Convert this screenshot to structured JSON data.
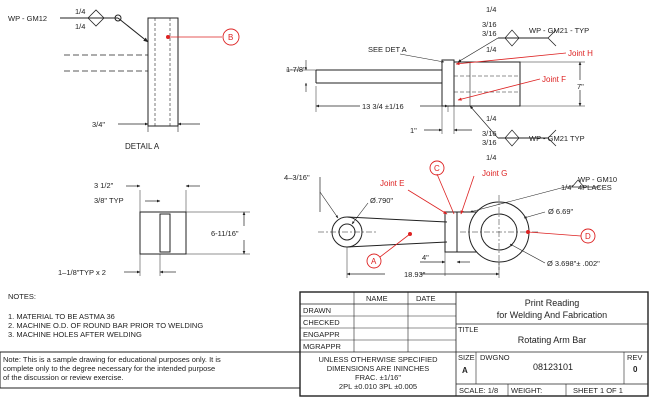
{
  "detail_a": {
    "weld_symbol": "WP - GM12",
    "weld_frac_top": "1/4",
    "weld_frac_bottom": "1/4",
    "balloon_b": "B",
    "dim_width": "3/4\"",
    "caption": "DETAIL A"
  },
  "side_view": {
    "weld_top_1": "1/4",
    "weld_top_2": "3/16",
    "weld_top_3": "3/16",
    "weld_top_4": "1/4",
    "weld_top_label": "WP - GM21 - TYP",
    "see_det": "SEE DET A",
    "joint_h": "Joint H",
    "joint_f": "Joint F",
    "dim_7_8": "1-7/8\"",
    "dim_7": "7\"",
    "dim_13": "13 3/4 ±1/16",
    "dim_1": "1\"",
    "weld_bot_1": "1/4",
    "weld_bot_2": "3/16",
    "weld_bot_3": "3/16",
    "weld_bot_4": "1/4",
    "weld_bot_label": "WP - GM21 TYP"
  },
  "end_view": {
    "dim_3_1_2": "3 1/2\"",
    "dim_3_8": "3/8\" TYP",
    "dim_6_11": "6-11/16\"",
    "dim_1_8": "1–1/8\"TYP x 2"
  },
  "top_view": {
    "dim_4_3": "4–3/16\"",
    "joint_e": "Joint E",
    "balloon_c": "C",
    "joint_g": "Joint G",
    "dia_small": "Ø.790\"",
    "weld_frac": "1/4'",
    "weld_label_1": "WP - GM10",
    "weld_label_2": "4PLACES",
    "dia_large": "Ø 6.69\"",
    "balloon_d": "D",
    "balloon_a": "A",
    "dim_4": "4\"",
    "dia_bore": "Ø 3.698\"± .002\"",
    "dim_18": "18.93\""
  },
  "notes": {
    "heading": "NOTES:",
    "items": [
      "1. MATERIAL TO BE ASTMA 36",
      "2. MACHINE O.D. OF ROUND BAR PRIOR TO WELDING",
      "3. MACHINE HOLES AFTER WELDING"
    ],
    "disclaimer": [
      "Note: This is a sample drawing for educational purposes only. It is",
      "complete only to the degree necessary for the intended purpose",
      "of the discussion or review exercise."
    ]
  },
  "title_block": {
    "col_name": "NAME",
    "col_date": "DATE",
    "rows": [
      "DRAWN",
      "CHECKED",
      "ENGAPPR",
      "MGRAPPR"
    ],
    "company_1": "Print Reading",
    "company_2": "for Welding And Fabrication",
    "title_label": "TITLE",
    "title": "Rotating Arm Bar",
    "tol_1": "UNLESS OTHERWISE SPECIFIED",
    "tol_2": "DIMENSIONS ARE ININCHES",
    "tol_3": "FRAC. ±1/16\"",
    "tol_4": "2PL ±0.010 3PL ±0.005",
    "size_label": "SIZE",
    "size": "A",
    "dwgno_label": "DWGNO",
    "dwgno": "08123101",
    "rev_label": "REV",
    "rev": "0",
    "scale": "SCALE: 1/8",
    "weight": "WEIGHT:",
    "sheet": "SHEET  1  OF  1"
  }
}
